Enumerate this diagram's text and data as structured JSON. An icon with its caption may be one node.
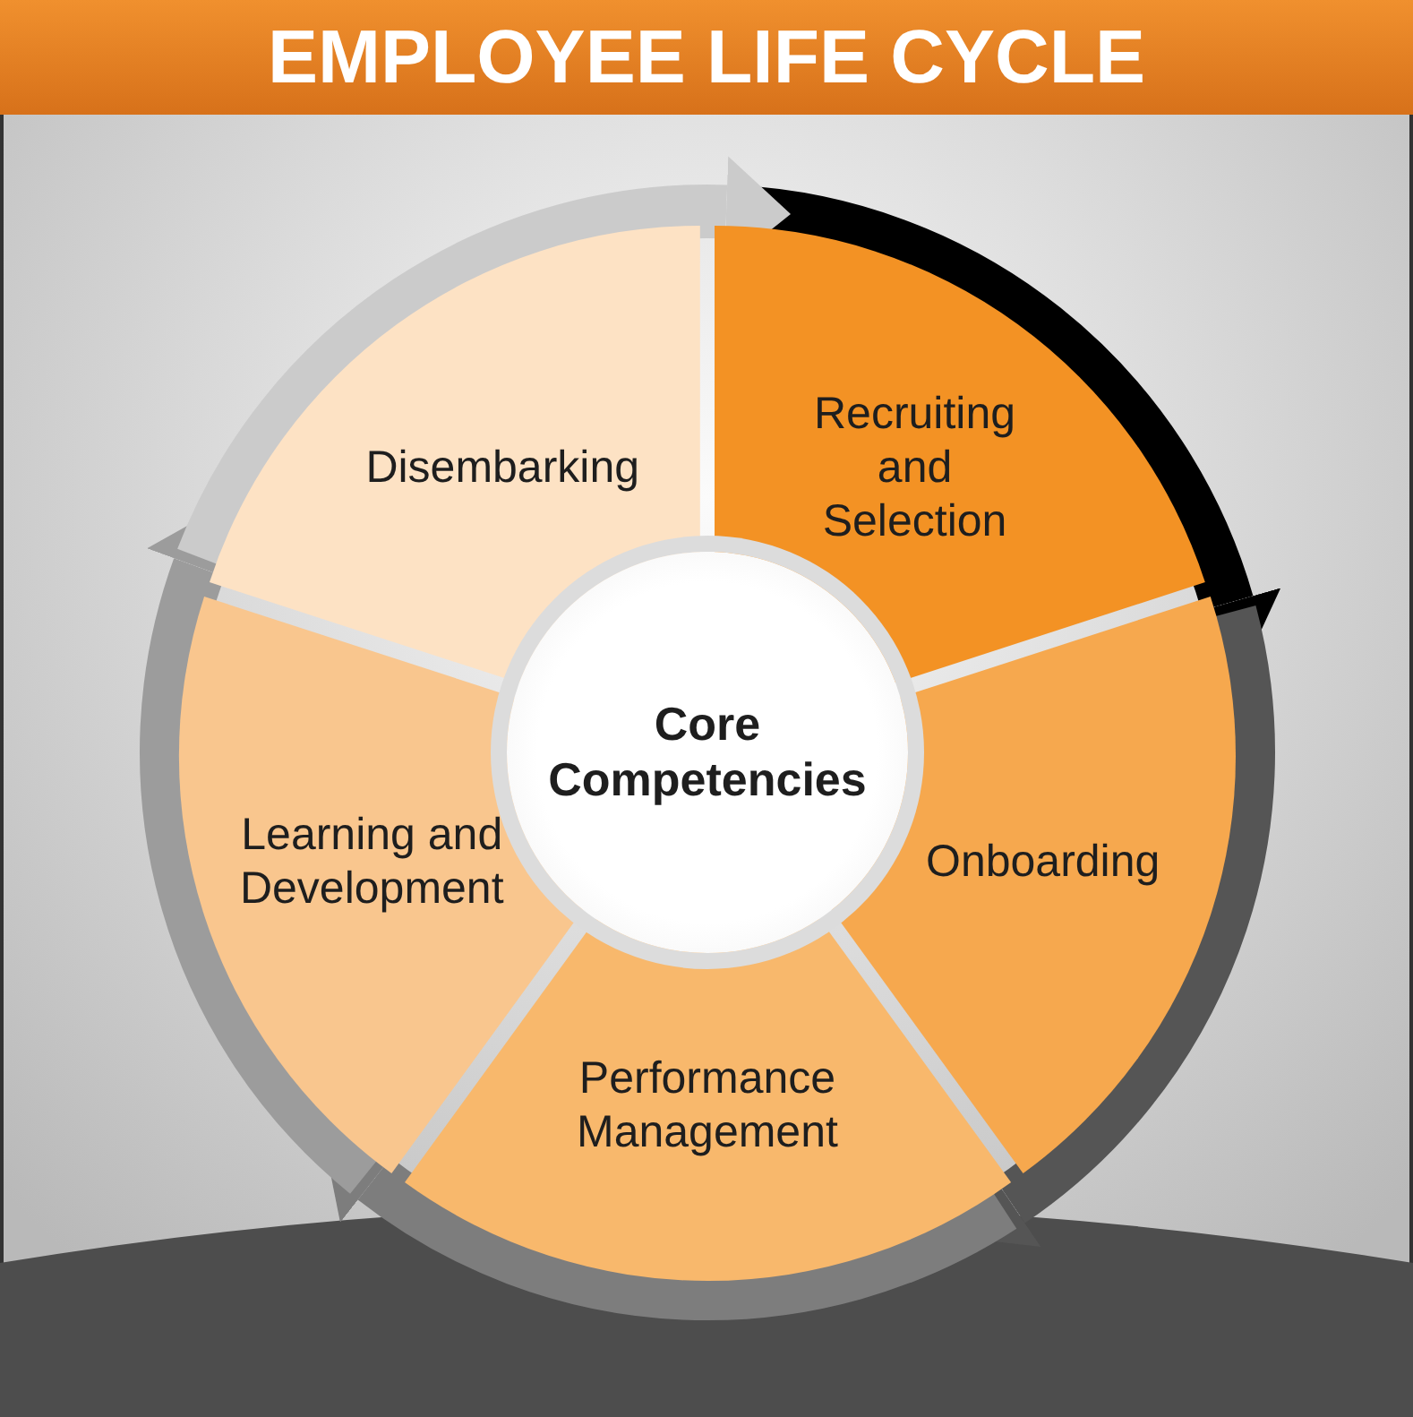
{
  "diagram": {
    "title": "EMPLOYEE LIFE CYCLE",
    "nodes": [
      {
        "text": [
          "Core Competencies"
        ]
      },
      {
        "text": [
          "Recruiting and Selection"
        ]
      },
      {
        "text": [
          "Onboarding"
        ]
      },
      {
        "text": [
          "Performance Management"
        ]
      },
      {
        "text": [
          "Learning and Development"
        ]
      },
      {
        "text": [
          "Disembarking"
        ]
      }
    ],
    "edges": [
      {
        "from": 1,
        "to": 2,
        "arrow": "to",
        "color": "#000000"
      },
      {
        "from": 2,
        "to": 3,
        "arrow": "to",
        "color": "#555555"
      },
      {
        "from": 3,
        "to": 4,
        "arrow": "to",
        "color": "#7d7d7d"
      },
      {
        "from": 4,
        "to": 5,
        "arrow": "to",
        "color": "#9c9c9c"
      },
      {
        "from": 5,
        "to": 1,
        "arrow": "to",
        "color": "#cbcbcb"
      }
    ]
  }
}
